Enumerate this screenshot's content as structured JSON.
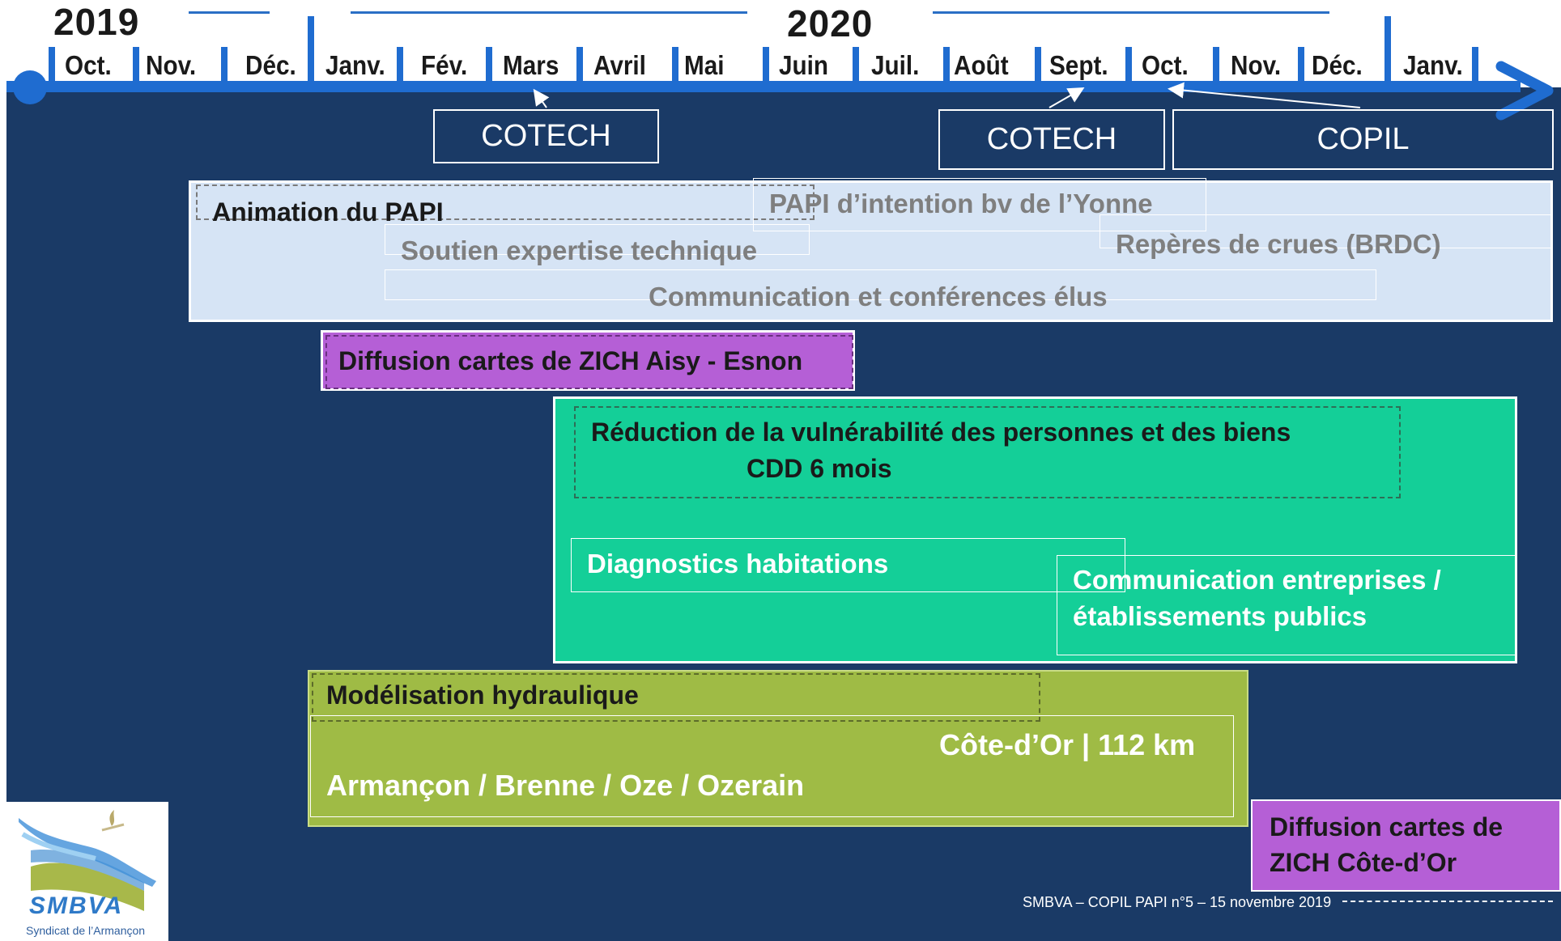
{
  "timeline": {
    "years": [
      "2019",
      "2020"
    ],
    "months": [
      "Oct.",
      "Nov.",
      "Déc.",
      "Janv.",
      "Fév.",
      "Mars",
      "Avril",
      "Mai",
      "Juin",
      "Juil.",
      "Août",
      "Sept.",
      "Oct.",
      "Nov.",
      "Déc.",
      "Janv."
    ]
  },
  "meetings": {
    "cotech_1": "COTECH",
    "cotech_2": "COTECH",
    "copil": "COPIL"
  },
  "animation": {
    "title": "Animation du PAPI",
    "papi_intention": "PAPI d’intention bv de l’Yonne",
    "soutien": "Soutien expertise technique",
    "reperes": "Repères de crues (BRDC)",
    "communication": "Communication et conférences élus"
  },
  "diffusion_aisy": "Diffusion cartes de ZICH Aisy - Esnon",
  "vulnerabilite": {
    "title": "Réduction de la vulnérabilité des personnes et des biens",
    "cdd": "CDD 6 mois",
    "diagnostics": "Diagnostics habitations",
    "communication_line1": "Communication entreprises /",
    "communication_line2": "établissements publics"
  },
  "modelisation": {
    "title": "Modélisation hydraulique",
    "cote_dor": "Côte-d’Or | 112 km",
    "rivers": "Armançon / Brenne / Oze / Ozerain"
  },
  "diffusion_cote_dor": {
    "line1": "Diffusion cartes de",
    "line2": "ZICH Côte-d’Or"
  },
  "footer": "SMBVA – COPIL PAPI n°5 – 15 novembre 2019",
  "logo": {
    "name": "SMBVA",
    "subtitle": "Syndicat de l’Armançon"
  },
  "colors": {
    "background": "#1a3a66",
    "timeline_blue": "#1f6cd0",
    "animation_box": "#d6e4f5",
    "purple_box": "#b55fd6",
    "teal_box": "#14cf98",
    "green_box": "#9fbb45"
  }
}
